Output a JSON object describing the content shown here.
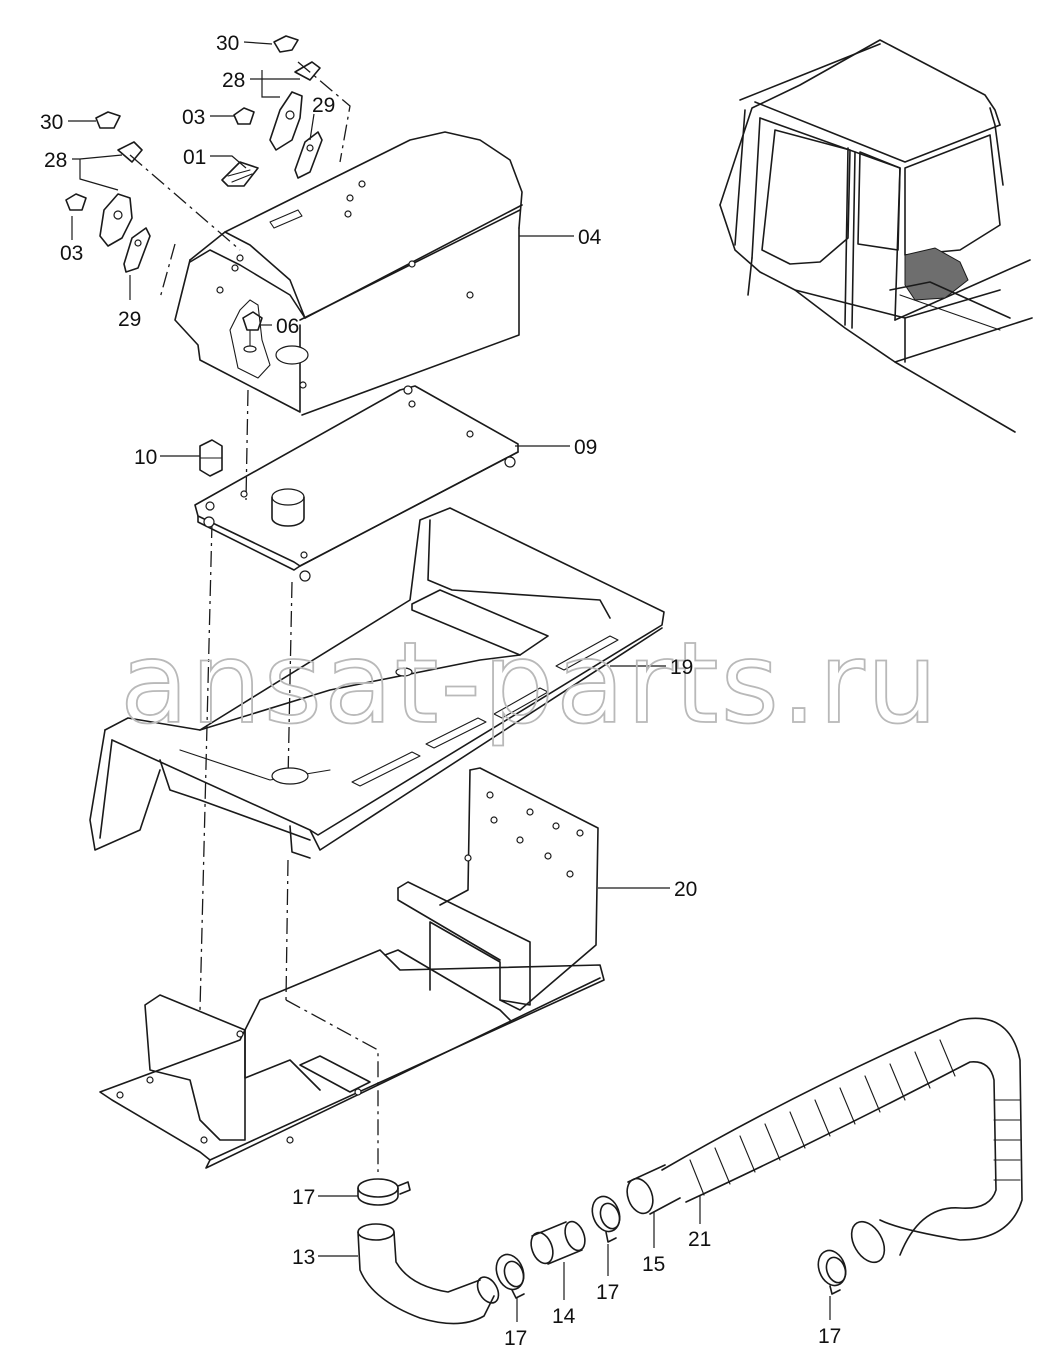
{
  "watermark": "ansat-parts.ru",
  "callouts": [
    {
      "id": "c30a",
      "text": "30"
    },
    {
      "id": "c28a",
      "text": "28"
    },
    {
      "id": "c03a",
      "text": "03"
    },
    {
      "id": "c29a",
      "text": "29"
    },
    {
      "id": "c01",
      "text": "01"
    },
    {
      "id": "c30b",
      "text": "30"
    },
    {
      "id": "c28b",
      "text": "28"
    },
    {
      "id": "c03b",
      "text": "03"
    },
    {
      "id": "c29b",
      "text": "29"
    },
    {
      "id": "c04",
      "text": "04"
    },
    {
      "id": "c06",
      "text": "06"
    },
    {
      "id": "c10",
      "text": "10"
    },
    {
      "id": "c09",
      "text": "09"
    },
    {
      "id": "c19",
      "text": "19"
    },
    {
      "id": "c20",
      "text": "20"
    },
    {
      "id": "c17a",
      "text": "17"
    },
    {
      "id": "c13",
      "text": "13"
    },
    {
      "id": "c17b",
      "text": "17"
    },
    {
      "id": "c14",
      "text": "14"
    },
    {
      "id": "c17c",
      "text": "17"
    },
    {
      "id": "c15",
      "text": "15"
    },
    {
      "id": "c21",
      "text": "21"
    },
    {
      "id": "c17d",
      "text": "17"
    }
  ]
}
